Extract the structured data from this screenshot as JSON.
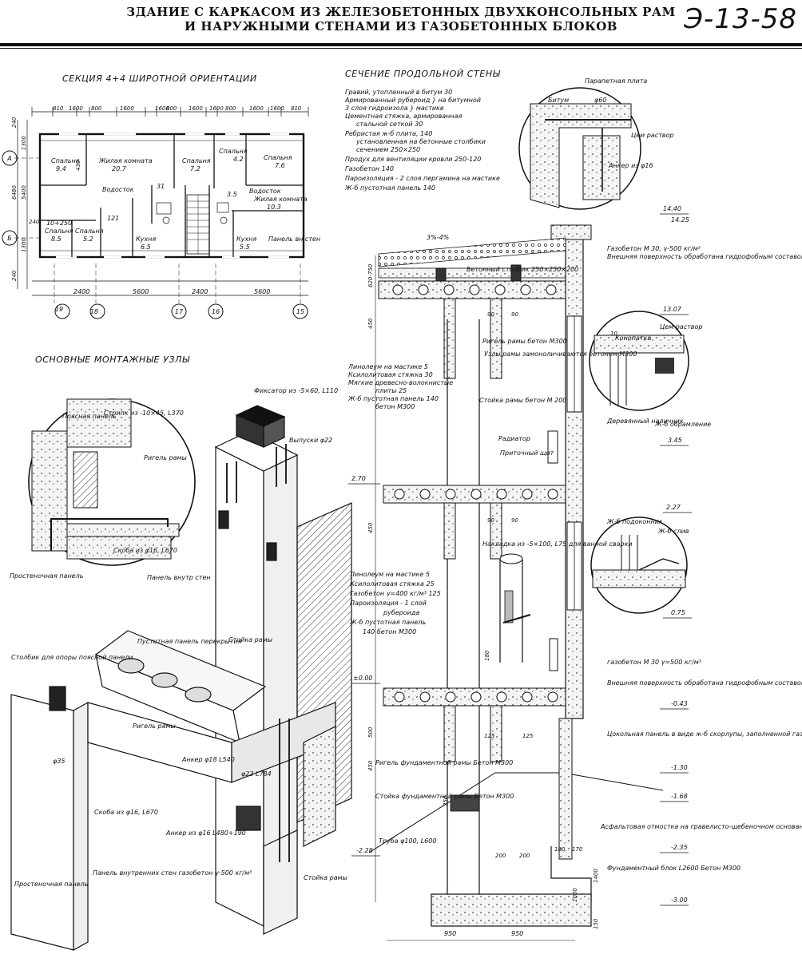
{
  "header": {
    "title_line1": "ЗДАНИЕ С КАРКАСОМ ИЗ ЖЕЛЕЗОБЕТОННЫХ ДВУХКОНСОЛЬНЫХ РАМ",
    "title_line2": "И НАРУЖНЫМИ СТЕНАМИ ИЗ ГАЗОБЕТОННЫХ БЛОКОВ",
    "code": "Э-13-58"
  },
  "sections": {
    "plan": "СЕКЦИЯ 4+4 ШИРОТНОЙ ОРИЕНТАЦИИ",
    "nodes": "ОСНОВНЫЕ МОНТАЖНЫЕ УЗЛЫ",
    "wall": "СЕЧЕНИЕ ПРОДОЛЬНОЙ СТЕНЫ"
  },
  "plan": {
    "rooms": [
      {
        "name": "Спальня",
        "area": "9.4"
      },
      {
        "name": "Жилая комната",
        "area": "20.7"
      },
      {
        "name": "Спальня",
        "area": "7.2"
      },
      {
        "name": "Спальня",
        "area": "4.2"
      },
      {
        "name": "Спальня",
        "area": "7.6"
      },
      {
        "name": "Спальня",
        "area": "8.5"
      },
      {
        "name": "Спальня",
        "area": "5.2"
      },
      {
        "name": "Кухня",
        "area": "6.5"
      },
      {
        "name": "Кухня",
        "area": "5.5"
      },
      {
        "name": "Жилая комната",
        "area": "10.3"
      }
    ],
    "vodostok": "Водосток",
    "panel_label": "Панель вн стен",
    "axes_bottom": [
      "19",
      "18",
      "17",
      "16",
      "15"
    ],
    "axes_left": [
      "А",
      "Б"
    ],
    "dims_top": [
      "810",
      "1600",
      "800",
      "1600",
      "1600",
      "800",
      "1600",
      "1600",
      "800",
      "1600",
      "1600",
      "810"
    ],
    "dims_bottom": [
      "2400",
      "5600",
      "2400",
      "5600"
    ],
    "dims_left": [
      "240",
      "1300",
      "5400",
      "6480",
      "240",
      "1300",
      "240"
    ],
    "marks": [
      "31",
      "3.5",
      "121",
      "10+250",
      "430"
    ]
  },
  "legend_roof": [
    "Гравий, утопленный в битум 30",
    "Армированный рубероид } на битумной",
    "3 слоя гидроизола      } мастике",
    "Цементная стяжка, армированная",
    "стальной сеткой     30",
    "Ребристая ж-б плита,    140",
    "установленная на бетонные столбики",
    "сечением 250×250",
    "Продух для вентиляции кровли 250-120",
    "Газобетон              140",
    "Пароизоляция - 2 слоя пергамина на мастике",
    "Ж-б пустотная панель   140"
  ],
  "legend_floor1": [
    "Линолеум на мастике 5",
    "Ксилолитовая стяжка 30",
    "Мягкие древесно-волокнистые",
    "плиты 25",
    "Ж-б пустотная панель 140",
    "бетон М300"
  ],
  "legend_floor2": [
    "Линолеум на мастике 5",
    "Ксилолитовая стяжка 25",
    "Газобетон γ=400 кг/м³  125",
    "Пароизоляция - 1 слой",
    "рубероида",
    "Ж-б пустотная панель",
    "140  бетон М300"
  ],
  "wall_labels": {
    "parapet": "Парапетная плита",
    "bitum": "Битум",
    "phi60": "φ60",
    "cem": "Цем раствор",
    "anchor16": "Анкер из φ16",
    "slope": "3%-4%",
    "gazobeton_top": "Газобетон М 30, γ-500 кг/м³",
    "surface_top": "Внешняя поверхность обработана гидрофобным составом",
    "post": "Бетонный столбик 250×250×200",
    "rigel": "Ригель рамы бетон М300",
    "nodes_mono": "Узлы рамы замоноличиваются бетоном М300",
    "stoyka": "Стойка рамы бетон М 200",
    "radiator": "Радиатор",
    "pritoch": "Приточный щит",
    "konopatka": "Конопатка",
    "cem2": "Цем раствор",
    "nalichnik": "Деревянный наличник",
    "obramlenie": "Ж-б обрамление",
    "podokonnik": "Ж-б подоконник",
    "sliv": "Ж-б слив",
    "nakladka": "Накладка из -5×100, L75 для ванной сварки",
    "gazobeton_mid": "газобетон М 30 γ=500 кг/м³",
    "surface_mid": "Внешняя поверхность обработана гидрофобным составом",
    "tsokol": "Цокольная панель в виде ж-б скорлупы, заполненной газобетоном",
    "rigel_found": "Ригель фундаментной рамы Бетон М300",
    "stoyka_found": "Стойка фундаментной рамы Бетон М300",
    "truba": "Труба φ100, L600",
    "asfalt": "Асфальтовая отмостка на гравелисто-щебеночном основании",
    "found_block": "Фундаментный блок L2600 Бетон М300"
  },
  "elevations": [
    "14.40",
    "14.25",
    "13.07",
    "3.45",
    "2.27",
    "0.75",
    "-0.43",
    "-1.30",
    "-1.68",
    "-2.35",
    "-3.00",
    "2.70",
    "±0.00",
    "-2.28"
  ],
  "wall_dims": [
    "620-750",
    "450",
    "90",
    "90",
    "450",
    "90",
    "90",
    "180",
    "125",
    "125",
    "500",
    "450",
    "250",
    "200",
    "200",
    "180",
    "170",
    "950",
    "950",
    "1400",
    "150",
    "1000",
    "10"
  ],
  "node_labels": {
    "poyas_panel": "Поясная панель",
    "strip": "Стрипк из -10×45, L370",
    "rigel_ramy": "Ригель рамы",
    "skoba": "Скоба из φ16, L670",
    "prost_panel": "Простеночная панель",
    "panel_vnutr": "Панель внутр стен",
    "fixator": "Фиксатор из -5×60, L110",
    "vypusk": "Выпуски φ22",
    "pustot_panel": "Пустотная панель перекрытия",
    "stoyka_ramy": "Стойка рамы",
    "stolbik": "Столбик для опоры поясной панели",
    "rigel2": "Ригель рамы",
    "anker18": "Анкер φ18 L540",
    "phi22": "φ22 L784",
    "phi35": "φ35",
    "skoba2": "Скоба из φ16, L670",
    "anker16": "Анкер из φ16 L480+190",
    "panel_vnutr2": "Панель внутренних стен газобетон γ-500 кг/м³",
    "prost_panel2": "Простеночная панель",
    "stoyka_ramy2": "Стойка рамы"
  }
}
